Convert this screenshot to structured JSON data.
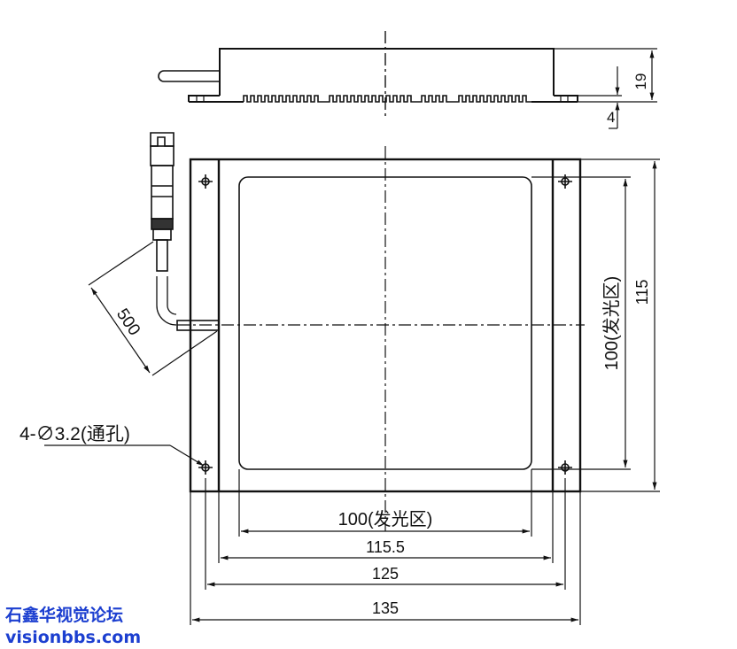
{
  "drawing": {
    "side_view": {
      "height_label": "19",
      "base_label": "4"
    },
    "front_view": {
      "cable_length_label": "500",
      "hole_note": "4-∅3.2(通孔)",
      "right_dims": {
        "emitting_height": "100(发光区)",
        "total_height": "115"
      },
      "bottom_dims": {
        "emitting_width": "100(发光区)",
        "inner_width": "115.5",
        "hole_spacing": "125",
        "total_width": "135"
      }
    }
  },
  "watermark": {
    "line1": "石鑫华视觉论坛",
    "line2": "visionbbs.com",
    "color": "#1c3fd0"
  }
}
